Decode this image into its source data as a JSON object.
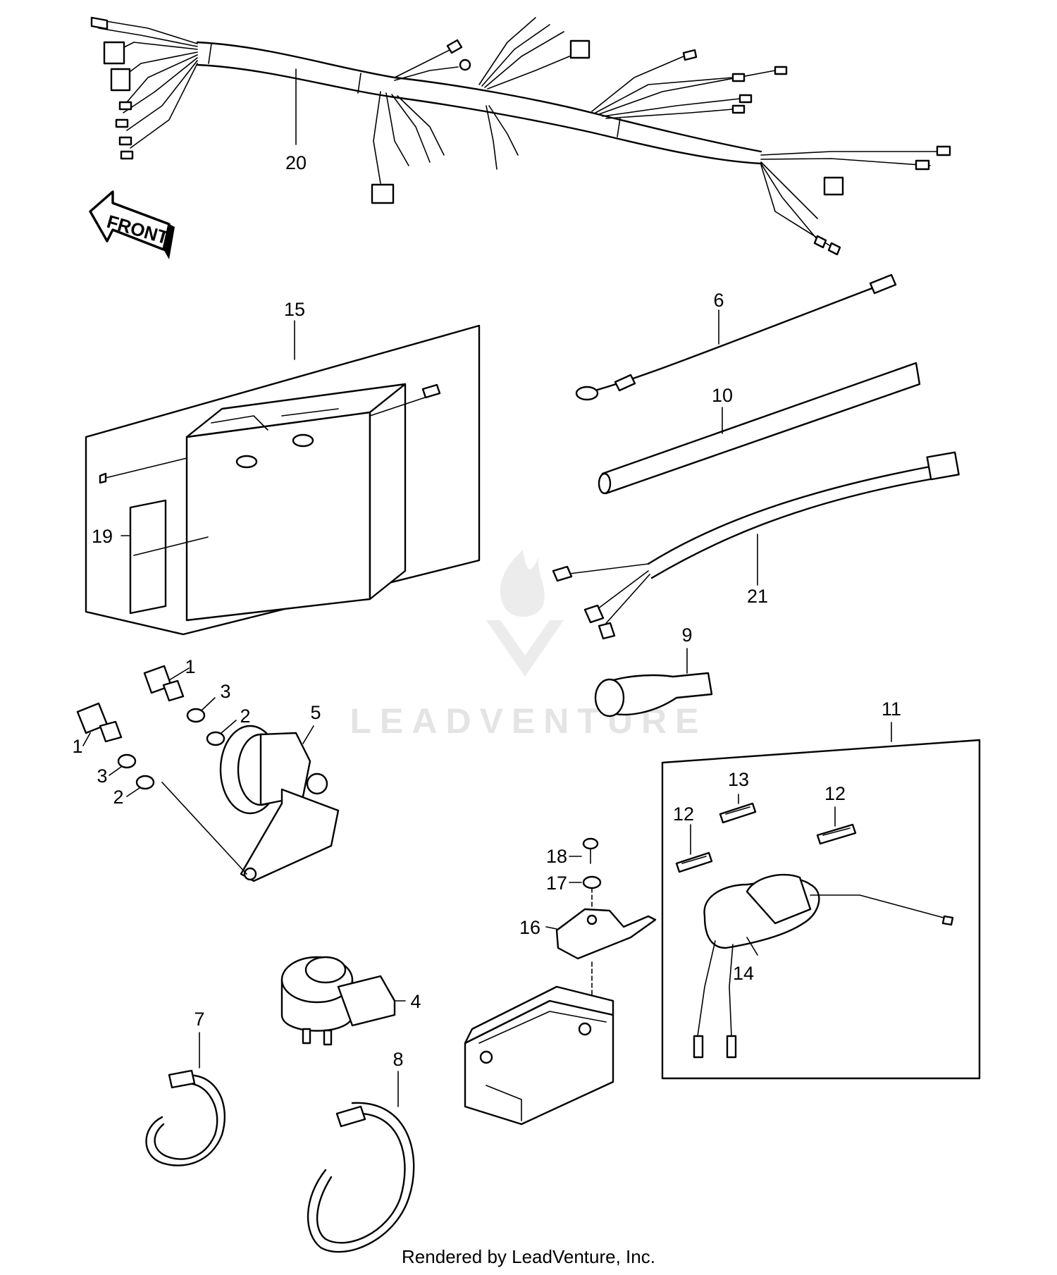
{
  "labels": {
    "p1a": "1",
    "p1b": "1",
    "p2a": "2",
    "p2b": "2",
    "p3a": "3",
    "p3b": "3",
    "p4": "4",
    "p5": "5",
    "p6": "6",
    "p7": "7",
    "p8": "8",
    "p9": "9",
    "p10": "10",
    "p11": "11",
    "p12a": "12",
    "p12b": "12",
    "p13": "13",
    "p14": "14",
    "p15": "15",
    "p16": "16",
    "p17": "17",
    "p18": "18",
    "p19": "19",
    "p20": "20",
    "p21": "21"
  },
  "front_arrow": "FRONT",
  "watermark": "LEADVENTURE",
  "footer": "Rendered by LeadVenture, Inc."
}
